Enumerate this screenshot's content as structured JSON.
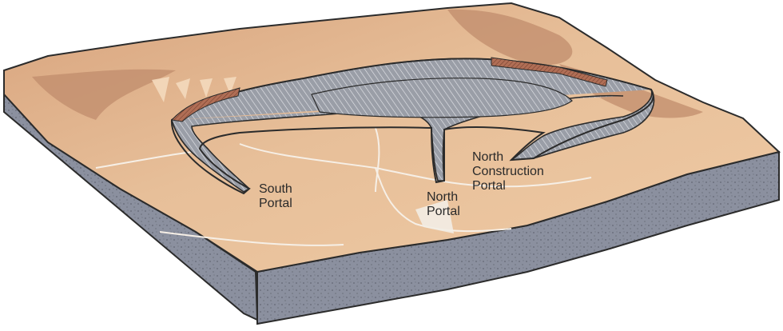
{
  "labels": {
    "south_portal": [
      "South",
      "Portal"
    ],
    "north_portal": [
      "North",
      "Portal"
    ],
    "north_construction_portal": [
      "North",
      "Construction",
      "Portal"
    ]
  },
  "colors": {
    "terrain_light": "#e8bf98",
    "terrain_mid": "#c89572",
    "terrain_dark": "#a8735a",
    "block_side": "#8a8f9e",
    "block_side_dark": "#6f7585",
    "repository": "#8f939c",
    "repository_dark": "#5a5e66",
    "road": "#f6efe6",
    "outline": "#2b2b2b"
  }
}
